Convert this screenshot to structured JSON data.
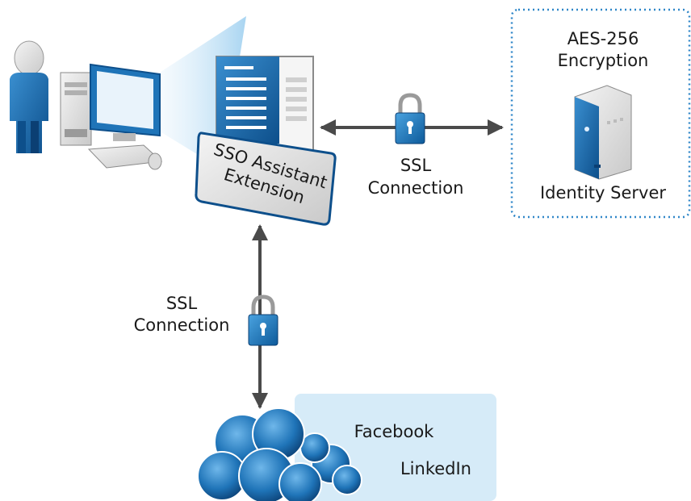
{
  "extension": {
    "line1": "SSO Assistant",
    "line2": "Extension"
  },
  "ssl_right": {
    "line1": "SSL",
    "line2": "Connection"
  },
  "ssl_left": {
    "line1": "SSL",
    "line2": "Connection"
  },
  "server_box": {
    "title_line1": "AES-256",
    "title_line2": "Encryption",
    "server_label": "Identity Server"
  },
  "sites": {
    "site1": "Facebook",
    "site2": "LinkedIn"
  },
  "colors": {
    "blue_dark": "#0d4f8b",
    "blue_mid": "#1f74b8",
    "blue_light": "#cfe6f7",
    "arrow": "#4a4a4a",
    "dotted_border": "#2e86c8",
    "sites_panel": "#d6ebf8"
  },
  "icons": [
    "user-icon",
    "desktop-computer-icon",
    "browser-window-icon",
    "lock-icon",
    "server-icon",
    "cloud-icon"
  ]
}
